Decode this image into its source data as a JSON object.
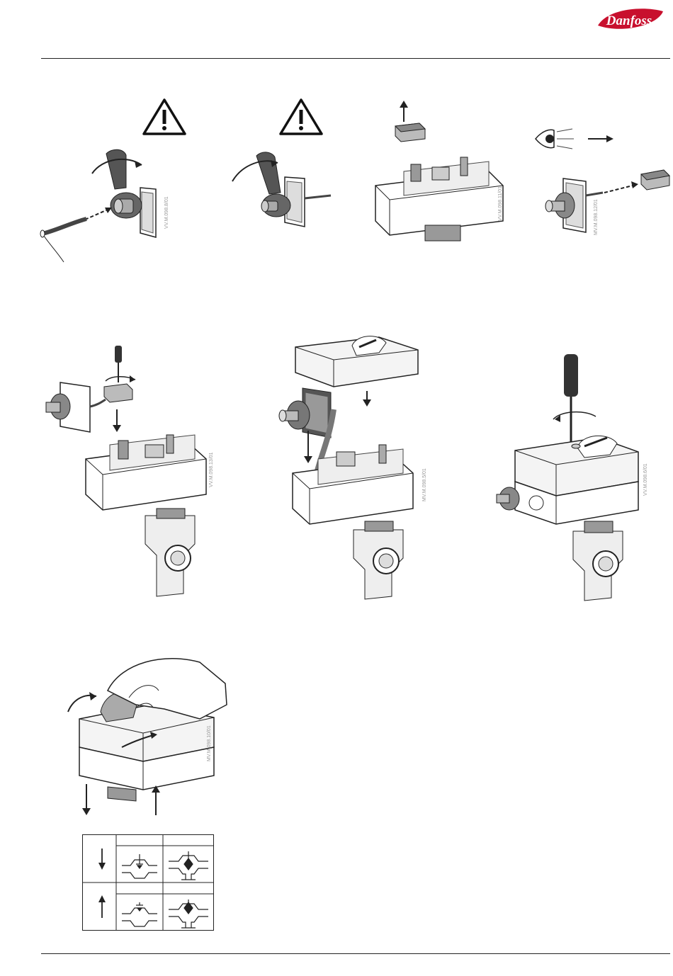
{
  "brand": {
    "logo_text": "Danfoss",
    "color": "#c8102e"
  },
  "figure_codes": [
    "VV.M.098.8/01",
    "MV.M.098.12/01",
    "VV.M.098.13/01",
    "MV.M.098.5/01",
    "VV.M.098.6/01",
    "MV.M.098.10/01"
  ],
  "icons": {
    "warning": "warning-triangle-icon",
    "inspect": "eye-icon",
    "direction_down": "arrow-down-icon",
    "direction_up": "arrow-up-icon"
  }
}
